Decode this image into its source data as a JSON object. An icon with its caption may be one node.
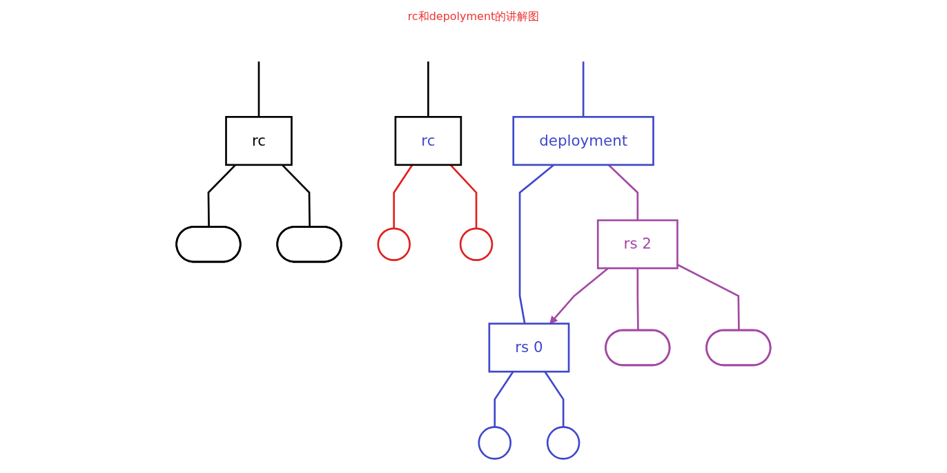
{
  "diagram": {
    "title": "rc和depolyment的讲解图",
    "nodes": [
      {
        "text": [
          "rc"
        ]
      },
      {
        "text": [
          "rc"
        ]
      },
      {
        "text": [],
        "shape": "ellipse"
      },
      {
        "text": [],
        "shape": "circle"
      },
      {
        "text": [],
        "shape": "ellipse"
      },
      {
        "text": [],
        "shape": "circle"
      },
      {
        "text": [
          "deployment"
        ]
      },
      {
        "text": [
          "rs 0"
        ]
      },
      {
        "text": [
          "rs 2"
        ]
      },
      {
        "text": [],
        "shape": "circle"
      },
      {
        "text": [],
        "shape": "circle"
      },
      {
        "text": [],
        "shape": "ellipse"
      },
      {
        "text": [],
        "shape": "ellipse"
      }
    ],
    "edges": [
      {
        "from": null,
        "to": 0,
        "arrow": "none"
      },
      {
        "from": 0,
        "to": 2,
        "arrow": "none"
      },
      {
        "from": 0,
        "to": 4,
        "arrow": "none"
      },
      {
        "from": null,
        "to": 1,
        "arrow": "none"
      },
      {
        "from": 1,
        "to": 3,
        "arrow": "none",
        "color": "#e02020"
      },
      {
        "from": 1,
        "to": 5,
        "arrow": "none",
        "color": "#e02020"
      },
      {
        "from": null,
        "to": 6,
        "arrow": "none",
        "color": "#3f48cc"
      },
      {
        "from": 6,
        "to": 7,
        "arrow": "none",
        "color": "#3f48cc"
      },
      {
        "from": 6,
        "to": 8,
        "arrow": "none",
        "color": "#a349a4"
      },
      {
        "from": 8,
        "to": 7,
        "arrow": "to",
        "color": "#a349a4"
      },
      {
        "from": 7,
        "to": 9,
        "arrow": "none",
        "color": "#3f48cc"
      },
      {
        "from": 7,
        "to": 10,
        "arrow": "none",
        "color": "#3f48cc"
      },
      {
        "from": 8,
        "to": 11,
        "arrow": "none",
        "color": "#a349a4"
      },
      {
        "from": 8,
        "to": 12,
        "arrow": "none",
        "color": "#a349a4"
      }
    ]
  }
}
